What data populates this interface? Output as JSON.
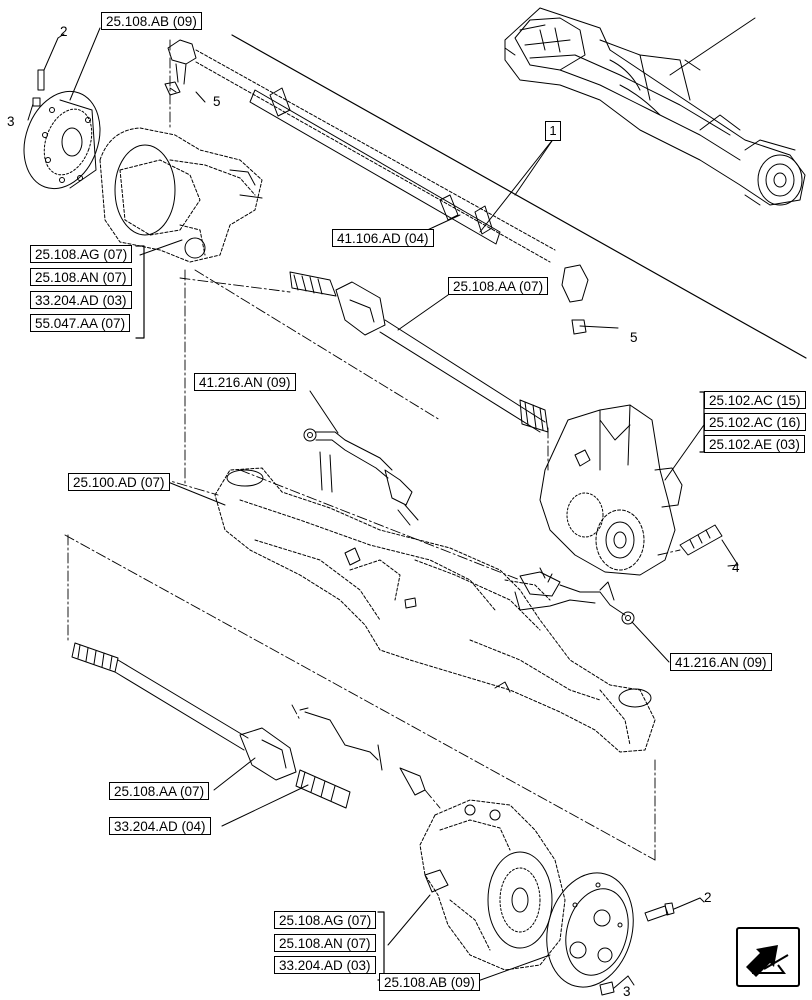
{
  "labels": {
    "ab_top": "25.108.AB (09)",
    "ag_top": "25.108.AG (07)",
    "an_top": "25.108.AN (07)",
    "ad204_top": "33.204.AD (03)",
    "aa055": "55.047.AA (07)",
    "ad106": "41.106.AD (04)",
    "aa_top": "25.108.AA (07)",
    "an216_left": "41.216.AN (09)",
    "ac15": "25.102.AC (15)",
    "ac16": "25.102.AC (16)",
    "ae03": "25.102.AE (03)",
    "ad100": "25.100.AD (07)",
    "an216_right": "41.216.AN (09)",
    "aa_bottom": "25.108.AA (07)",
    "ad204_bottom": "33.204.AD (04)",
    "ag_bottom": "25.108.AG (07)",
    "an_bottom": "25.108.AN (07)",
    "ad204_bottom2": "33.204.AD (03)",
    "ab_bottom": "25.108.AB (09)"
  },
  "callouts": {
    "n1": "1",
    "n2_top": "2",
    "n3_top": "3",
    "n5_top": "5",
    "n5_mid": "5",
    "n4": "4",
    "n2_bottom": "2",
    "n3_bottom": "3"
  },
  "icons": {
    "nav": "arrow-nav-icon"
  }
}
